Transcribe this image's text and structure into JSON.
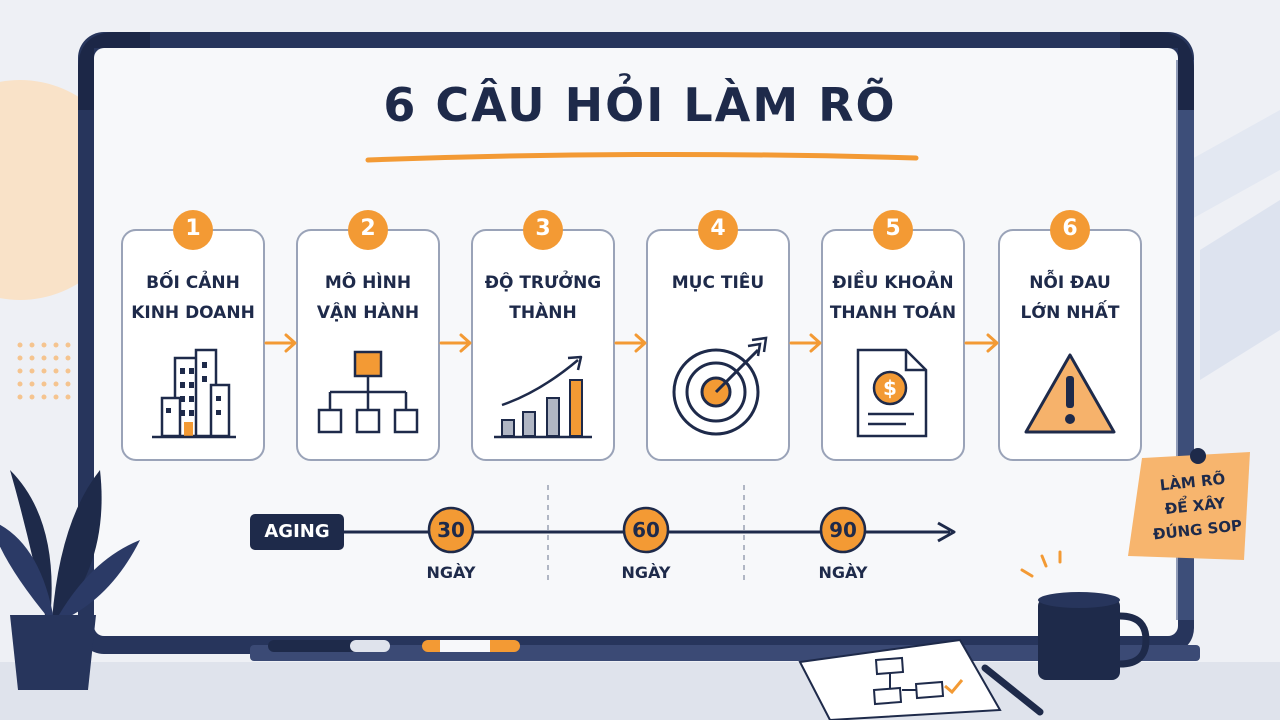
{
  "title": "6 CÂU HỎI LÀM RÕ",
  "steps": [
    {
      "number": "1",
      "line1": "BỐI CẢNH",
      "line2": "KINH DOANH",
      "icon": "buildings-icon"
    },
    {
      "number": "2",
      "line1": "MÔ HÌNH",
      "line2": "VẬN HÀNH",
      "icon": "org-chart-icon"
    },
    {
      "number": "3",
      "line1": "ĐỘ TRƯỞNG",
      "line2": "THÀNH",
      "icon": "growth-chart-icon"
    },
    {
      "number": "4",
      "line1": "MỤC TIÊU",
      "line2": "",
      "icon": "target-icon"
    },
    {
      "number": "5",
      "line1": "ĐIỀU KHOẢN",
      "line2": "THANH TOÁN",
      "icon": "invoice-icon"
    },
    {
      "number": "6",
      "line1": "NỖI ĐAU",
      "line2": "LỚN NHẤT",
      "icon": "warning-icon"
    }
  ],
  "aging": {
    "label": "AGING",
    "milestones": [
      {
        "value": "30",
        "unit": "NGÀY"
      },
      {
        "value": "60",
        "unit": "NGÀY"
      },
      {
        "value": "90",
        "unit": "NGÀY"
      }
    ]
  },
  "sticky_note": {
    "line1": "LÀM RÕ",
    "line2": "ĐỂ XÂY",
    "line3": "ĐÚNG SOP"
  },
  "colors": {
    "navy": "#1e2a4a",
    "orange": "#f39a34",
    "board": "#f7f8fa",
    "frame": "#27355c"
  }
}
